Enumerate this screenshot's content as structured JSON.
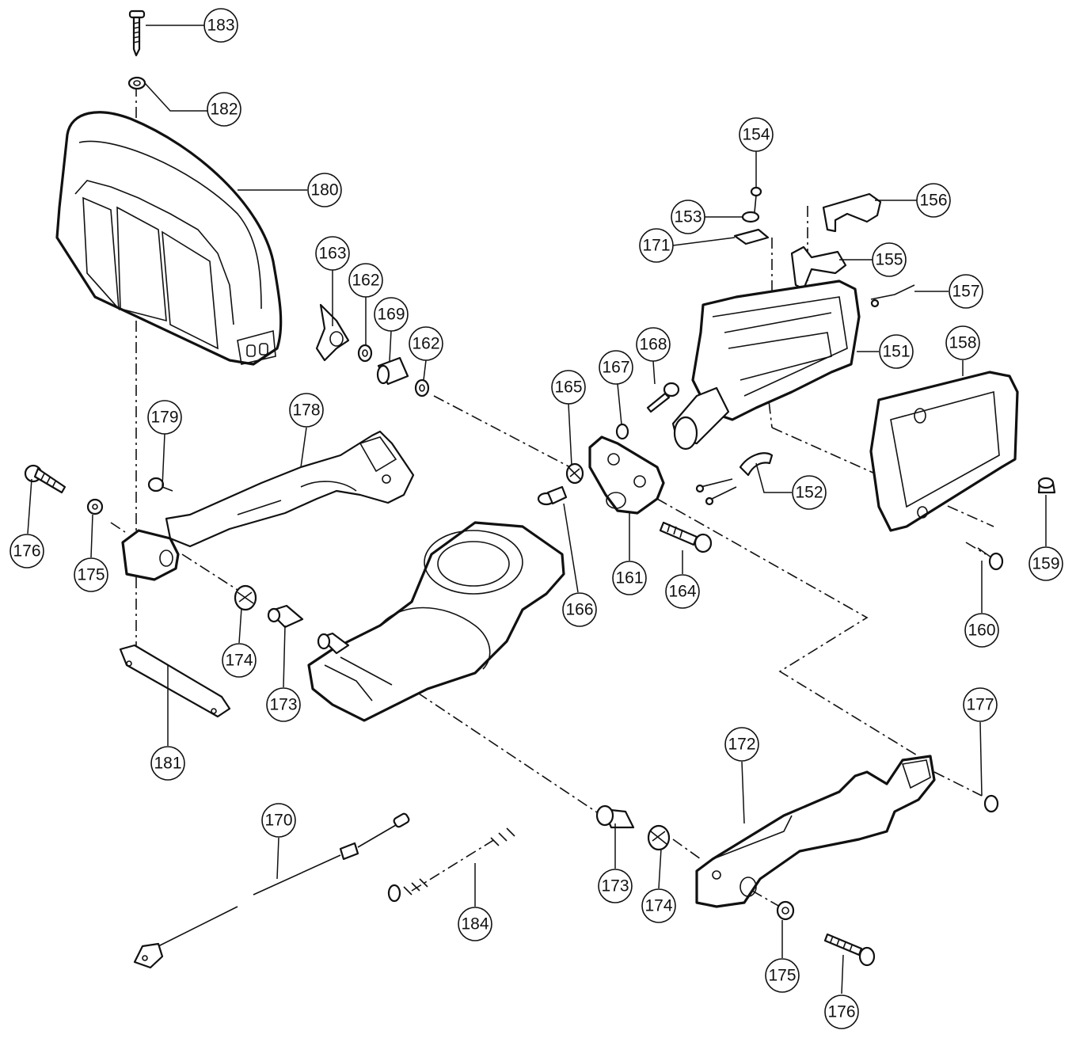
{
  "callouts": [
    {
      "id": "183",
      "label": "183"
    },
    {
      "id": "182",
      "label": "182"
    },
    {
      "id": "180",
      "label": "180"
    },
    {
      "id": "154",
      "label": "154"
    },
    {
      "id": "153",
      "label": "153"
    },
    {
      "id": "156",
      "label": "156"
    },
    {
      "id": "171",
      "label": "171"
    },
    {
      "id": "155",
      "label": "155"
    },
    {
      "id": "157",
      "label": "157"
    },
    {
      "id": "163",
      "label": "163"
    },
    {
      "id": "162a",
      "label": "162"
    },
    {
      "id": "169",
      "label": "169"
    },
    {
      "id": "162b",
      "label": "162"
    },
    {
      "id": "168",
      "label": "168"
    },
    {
      "id": "151",
      "label": "151"
    },
    {
      "id": "158",
      "label": "158"
    },
    {
      "id": "167",
      "label": "167"
    },
    {
      "id": "165",
      "label": "165"
    },
    {
      "id": "179",
      "label": "179"
    },
    {
      "id": "178",
      "label": "178"
    },
    {
      "id": "152",
      "label": "152"
    },
    {
      "id": "176a",
      "label": "176"
    },
    {
      "id": "175a",
      "label": "175"
    },
    {
      "id": "161",
      "label": "161"
    },
    {
      "id": "164",
      "label": "164"
    },
    {
      "id": "159",
      "label": "159"
    },
    {
      "id": "166",
      "label": "166"
    },
    {
      "id": "160",
      "label": "160"
    },
    {
      "id": "174a",
      "label": "174"
    },
    {
      "id": "173a",
      "label": "173"
    },
    {
      "id": "177",
      "label": "177"
    },
    {
      "id": "172",
      "label": "172"
    },
    {
      "id": "181",
      "label": "181"
    },
    {
      "id": "170",
      "label": "170"
    },
    {
      "id": "173b",
      "label": "173"
    },
    {
      "id": "174b",
      "label": "174"
    },
    {
      "id": "184",
      "label": "184"
    },
    {
      "id": "175b",
      "label": "175"
    },
    {
      "id": "176b",
      "label": "176"
    }
  ]
}
